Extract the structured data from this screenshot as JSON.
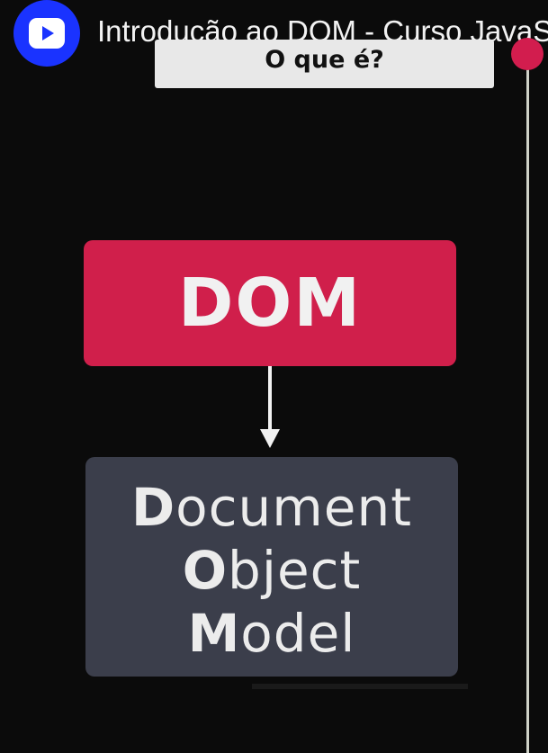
{
  "video": {
    "title": "Introdução ao DOM - Curso JavaS",
    "channel_icon": "play-icon"
  },
  "slide": {
    "header": "O que é?",
    "dom_label": "DOM",
    "definition": [
      {
        "initial": "D",
        "rest": "ocument"
      },
      {
        "initial": "O",
        "rest": "bject"
      },
      {
        "initial": "M",
        "rest": "odel"
      }
    ]
  },
  "colors": {
    "dom_box": "#d01f4b",
    "definition_box": "#3b3e4b",
    "avatar": "#1a33ff",
    "progress_dot": "#d21d4e"
  }
}
